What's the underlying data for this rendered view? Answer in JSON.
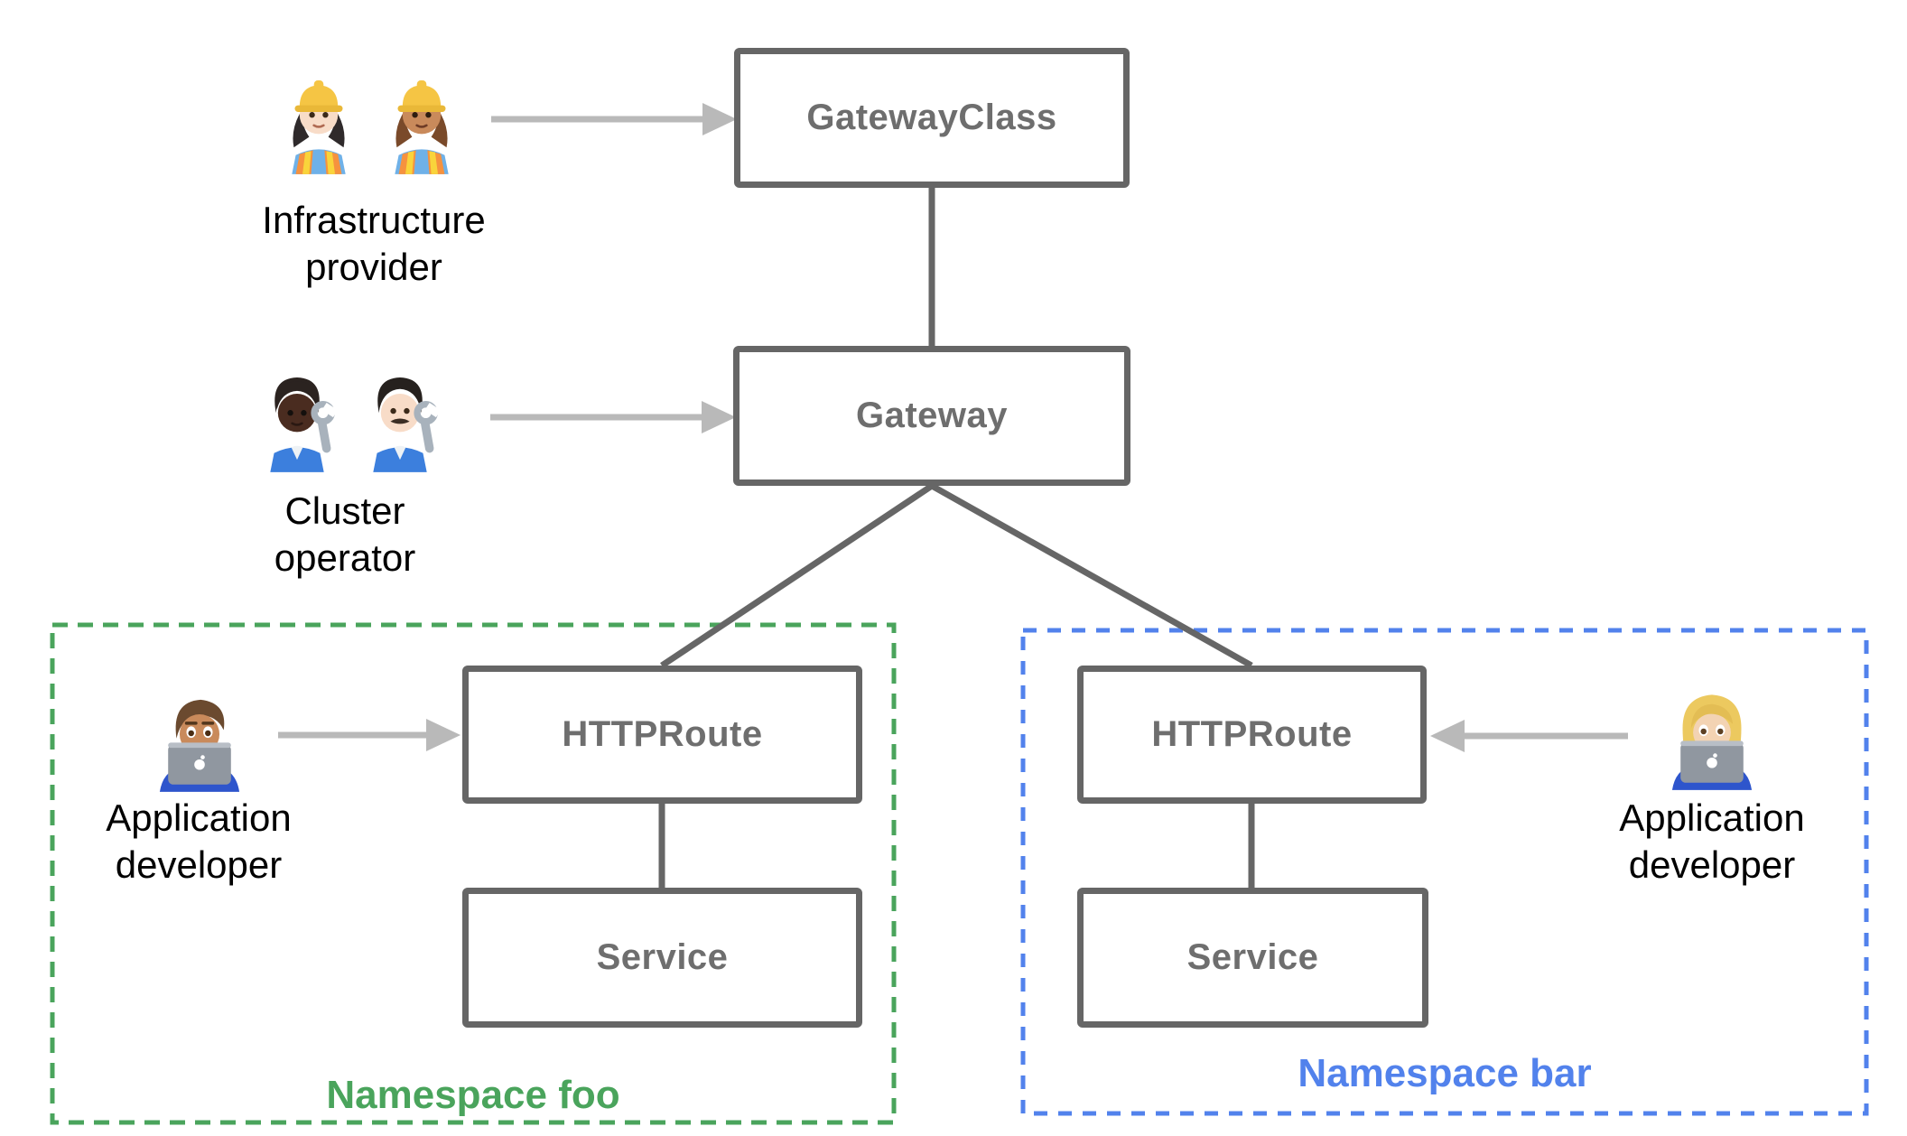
{
  "nodes": {
    "gateway_class": {
      "label": "GatewayClass"
    },
    "gateway": {
      "label": "Gateway"
    },
    "httproute_foo": {
      "label": "HTTPRoute"
    },
    "service_foo": {
      "label": "Service"
    },
    "httproute_bar": {
      "label": "HTTPRoute"
    },
    "service_bar": {
      "label": "Service"
    }
  },
  "personas": {
    "infrastructure_provider": {
      "lines": [
        "Infrastructure",
        "provider"
      ],
      "icons": [
        "woman-construction-worker-light-icon",
        "woman-construction-worker-medium-icon"
      ]
    },
    "cluster_operator": {
      "lines": [
        "Cluster",
        "operator"
      ],
      "icons": [
        "person-mechanic-dark-icon",
        "man-mechanic-light-icon"
      ]
    },
    "application_developer_foo": {
      "lines": [
        "Application",
        "developer"
      ],
      "icons": [
        "man-technologist-icon"
      ]
    },
    "application_developer_bar": {
      "lines": [
        "Application",
        "developer"
      ],
      "icons": [
        "woman-technologist-icon"
      ]
    }
  },
  "namespaces": {
    "foo": {
      "label": "Namespace foo",
      "color": "#4aa45c"
    },
    "bar": {
      "label": "Namespace bar",
      "color": "#5282ec"
    }
  },
  "colors": {
    "node_border": "#666666",
    "node_label": "#6e6e6e",
    "arrow": "#b9b9b9",
    "persona_label": "#000000"
  }
}
